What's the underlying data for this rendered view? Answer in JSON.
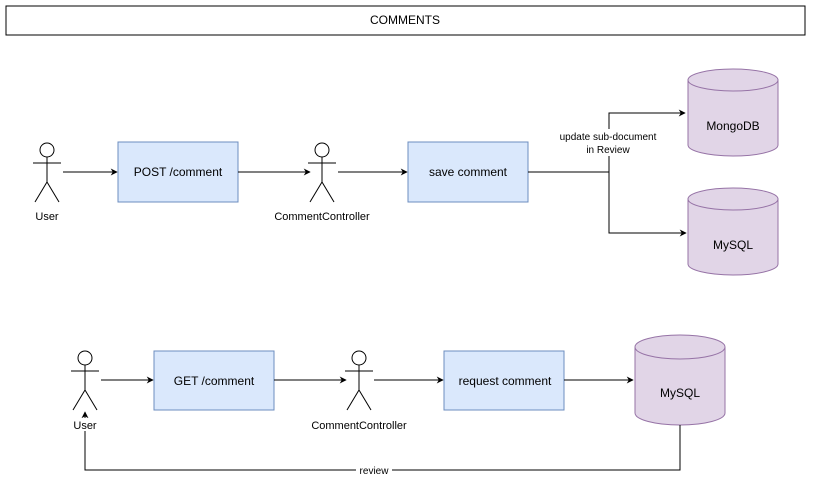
{
  "title": "COMMENTS",
  "colors": {
    "process_fill": "#dae8fc",
    "process_stroke": "#6c8ebf",
    "db_fill": "#e1d5e7",
    "db_stroke": "#9673a6",
    "line": "#000000"
  },
  "flow_top": {
    "actor_user": "User",
    "step_request": "POST /comment",
    "actor_controller": "CommentController",
    "step_process": "save comment",
    "edge_label_line1": "update sub-document",
    "edge_label_line2": "in Review",
    "db_mongo": "MongoDB",
    "db_mysql": "MySQL"
  },
  "flow_bottom": {
    "actor_user": "User",
    "step_request": "GET /comment",
    "actor_controller": "CommentController",
    "step_process": "request comment",
    "db_mysql": "MySQL",
    "return_label": "review"
  }
}
